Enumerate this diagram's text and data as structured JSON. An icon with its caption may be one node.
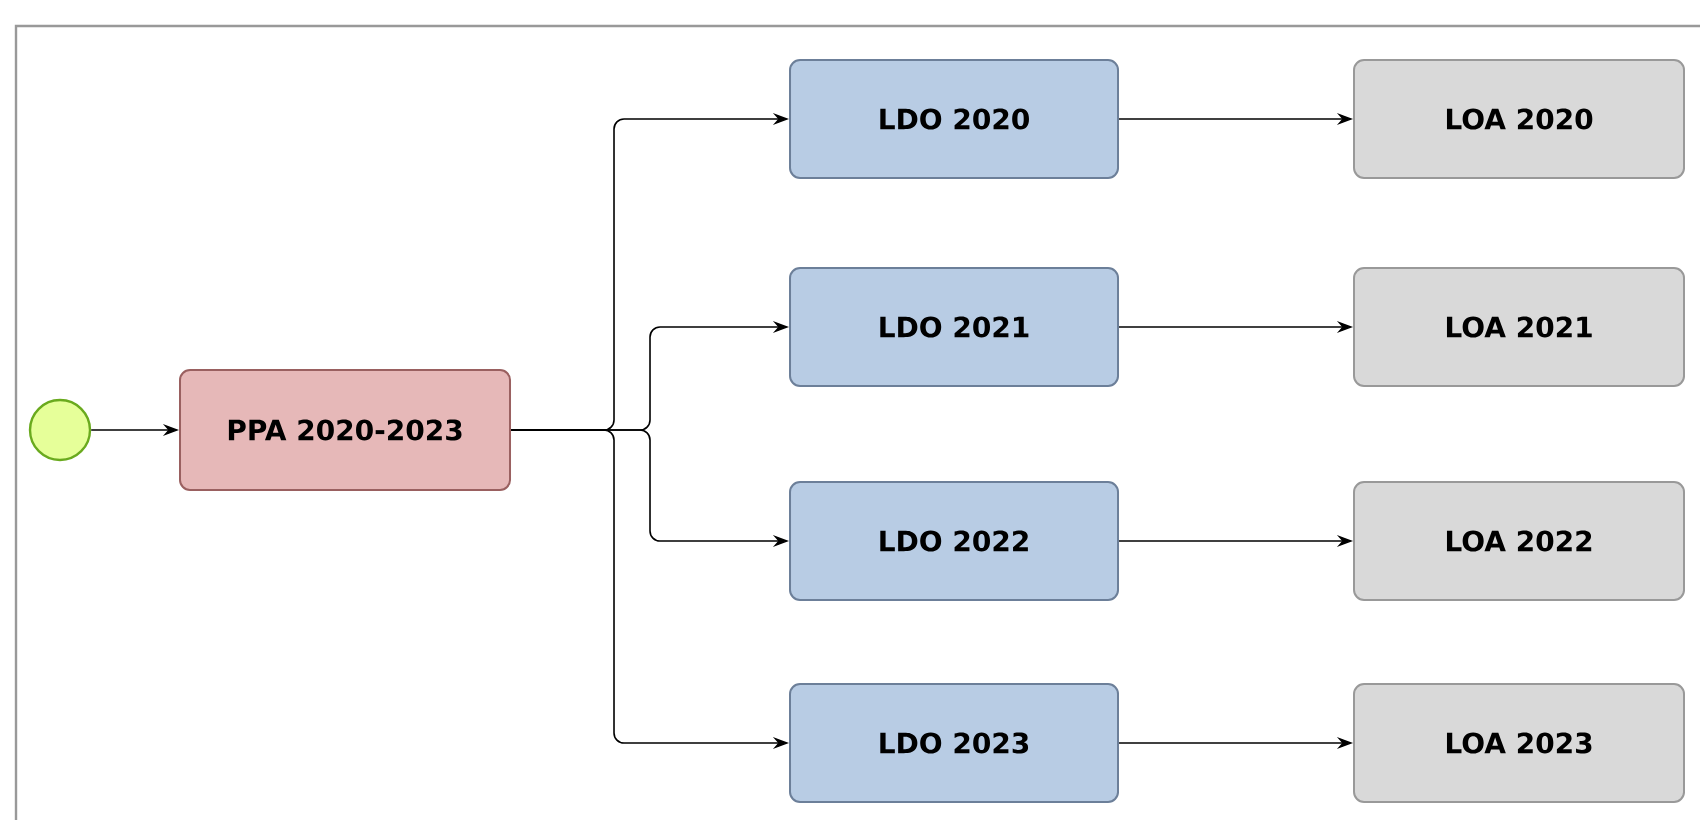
{
  "diagram": {
    "nodes": [
      {
        "text": [],
        "shape": "circle"
      },
      {
        "text": [
          "PPA 2020-2023"
        ]
      },
      {
        "text": [
          "LDO 2020"
        ]
      },
      {
        "text": [
          "LDO 2021"
        ]
      },
      {
        "text": [
          "LDO 2022"
        ]
      },
      {
        "text": [
          "LDO 2023"
        ]
      },
      {
        "text": [
          "LOA 2020"
        ]
      },
      {
        "text": [
          "LOA 2021"
        ]
      },
      {
        "text": [
          "LOA 2022"
        ]
      },
      {
        "text": [
          "LOA 2023"
        ]
      }
    ],
    "edges": [
      {
        "from": 0,
        "to": 1,
        "arrow": "to"
      },
      {
        "from": 1,
        "to": 2,
        "arrow": "to"
      },
      {
        "from": 1,
        "to": 3,
        "arrow": "to"
      },
      {
        "from": 1,
        "to": 4,
        "arrow": "to"
      },
      {
        "from": 1,
        "to": 5,
        "arrow": "to"
      },
      {
        "from": 2,
        "to": 6,
        "arrow": "to"
      },
      {
        "from": 3,
        "to": 7,
        "arrow": "to"
      },
      {
        "from": 4,
        "to": 8,
        "arrow": "to"
      },
      {
        "from": 5,
        "to": 9,
        "arrow": "to"
      }
    ]
  }
}
